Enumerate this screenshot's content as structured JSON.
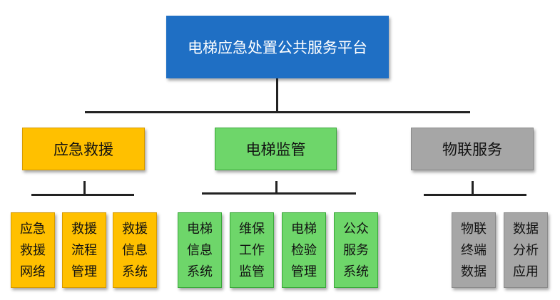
{
  "root": {
    "label": "电梯应急处置公共服务平台"
  },
  "categories": [
    {
      "label": "应急救援",
      "color": "#ffc000",
      "items": [
        "应急\n救援\n网络",
        "救援\n流程\n管理",
        "救援\n信息\n系统"
      ]
    },
    {
      "label": "电梯监管",
      "color": "#6ed66a",
      "items": [
        "电梯\n信息\n系统",
        "维保\n工作\n监管",
        "电梯\n检验\n管理",
        "公众\n服务\n系统"
      ]
    },
    {
      "label": "物联服务",
      "color": "#a6a6a6",
      "items": [
        "物联\n终端\n数据",
        "数据\n分析\n应用"
      ]
    }
  ]
}
